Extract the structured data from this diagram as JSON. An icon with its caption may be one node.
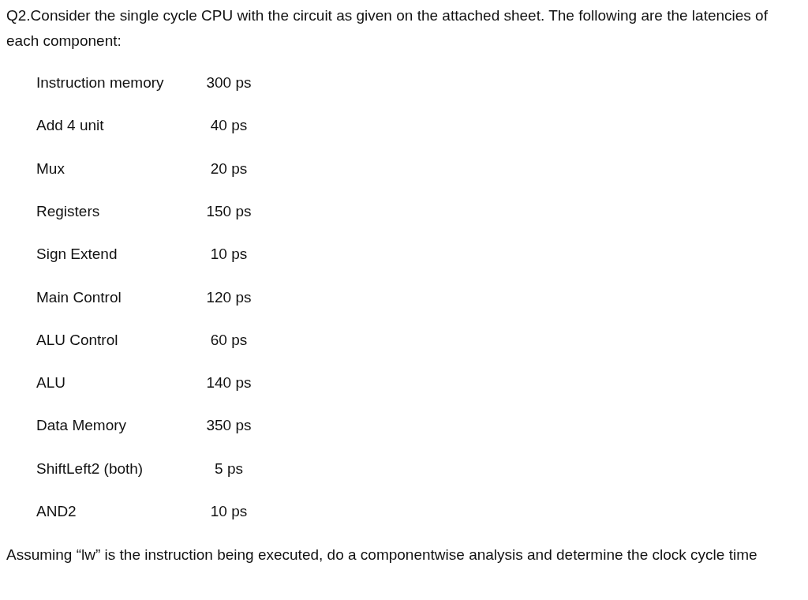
{
  "diagram": {
    "labels": [
      "Q2.Consider the single cycle CPU with the circuit as given on the attached sheet. The following are the latencies of each component:",
      "Instruction memory",
      "300 ps",
      "Add 4 unit",
      "40 ps",
      "Mux",
      "20 ps",
      "Registers",
      "150 ps",
      "Sign Extend",
      "10 ps",
      "Main Control",
      "120 ps",
      "ALU Control",
      "60 ps",
      "ALU",
      "140 ps",
      "Data Memory",
      "350 ps",
      "ShiftLeft2 (both)",
      "5 ps",
      "AND2",
      "10 ps",
      "Assuming “lw” is the instruction being executed, do a componentwise analysis and determine the clock cycle time"
    ]
  }
}
